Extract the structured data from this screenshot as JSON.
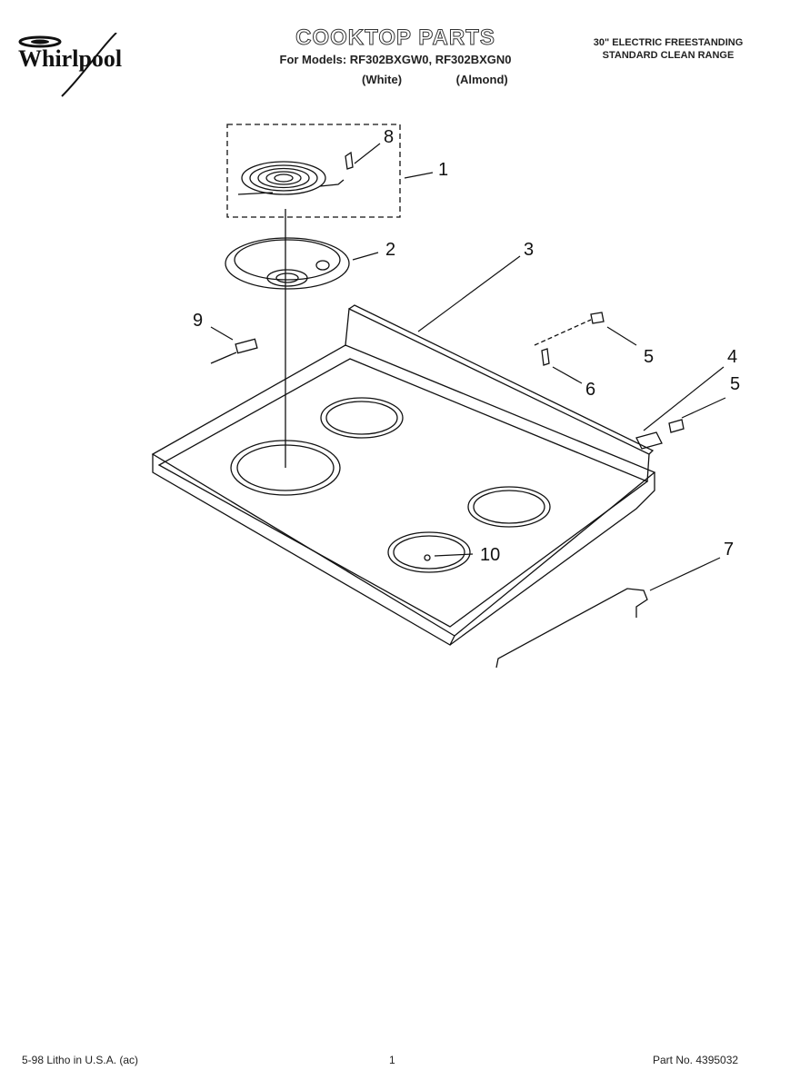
{
  "header": {
    "brand": "Whirlpool",
    "title": "COOKTOP PARTS",
    "models_line": "For Models: RF302BXGW0, RF302BXGN0",
    "color_white": "(White)",
    "color_almond": "(Almond)",
    "description_line1": "30\" ELECTRIC FREESTANDING",
    "description_line2": "STANDARD CLEAN RANGE"
  },
  "callouts": [
    "1",
    "2",
    "3",
    "4",
    "5",
    "5",
    "6",
    "7",
    "8",
    "9",
    "10"
  ],
  "footer": {
    "litho": "5-98 Litho in U.S.A. (ac)",
    "page": "1",
    "part_no": "Part No. 4395032"
  }
}
